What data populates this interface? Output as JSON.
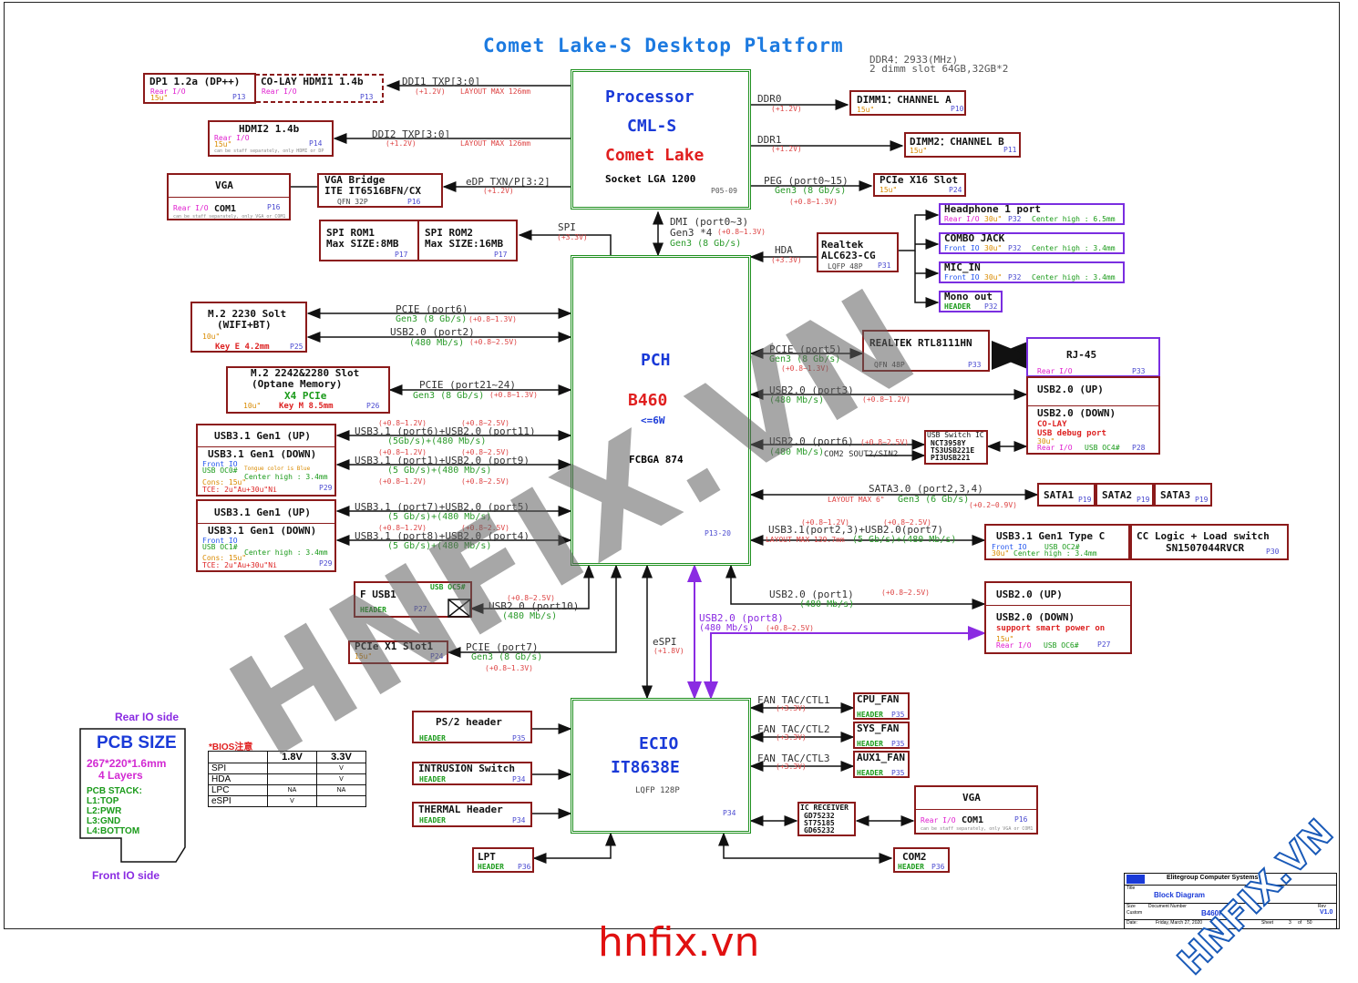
{
  "title": "Comet Lake-S Desktop Platform",
  "ddr_note": {
    "line1": "DDR4：2933(MHz)",
    "line2": "2 dimm slot 64GB,32GB*2"
  },
  "processor": {
    "l1": "Processor",
    "l2": "CML-S",
    "l3": "Comet Lake",
    "l4": "Socket LGA 1200",
    "page": "P05-09"
  },
  "pch": {
    "l1": "PCH",
    "l2": "B460",
    "l3": "<=6W",
    "l4": "FCBGA 874",
    "page": "P13-20"
  },
  "ecio": {
    "l1": "ECIO",
    "l2": "IT8638E",
    "l3": "LQFP 128P",
    "page": "P34"
  },
  "boxes": {
    "dp": {
      "title": "DP1 1.2a (DP++)",
      "sub1": "Rear I/O",
      "sub2": "15u\"",
      "page": "P13"
    },
    "hdmi1": {
      "title": "CO-LAY HDMI1 1.4b",
      "sub1": "Rear I/O",
      "page": "P13"
    },
    "hdmi2": {
      "title": "HDMI2 1.4b",
      "sub1": "Rear I/O",
      "sub2": "15u\"",
      "note": "can be staff separately, only HDMI or DP",
      "page": "P14"
    },
    "vga1": {
      "title": "VGA",
      "sub1": "Rear I/O",
      "com": "COM1",
      "note": "can be staff separately, only VGA or COM1",
      "page": "P16"
    },
    "vgabridge": {
      "l1": "VGA Bridge",
      "l2": "ITE IT6516BFN/CX",
      "sub": "QFN 32P",
      "page": "P16"
    },
    "spirom1": {
      "l1": "SPI ROM1",
      "l2": "Max SIZE:8MB",
      "page": "P17"
    },
    "spirom2": {
      "l1": "SPI ROM2",
      "l2": "Max SIZE:16MB",
      "page": "P17"
    },
    "dimm1": {
      "title": "DIMM1：CHANNEL A",
      "sub": "15u\"",
      "page": "P10"
    },
    "dimm2": {
      "title": "DIMM2：CHANNEL B",
      "sub": "15u\"",
      "page": "P11"
    },
    "pcie16": {
      "title": "PCIe X16 Slot",
      "sub": "15u\"",
      "page": "P24"
    },
    "realtek": {
      "l1": "Realtek",
      "l2": "ALC623-CG",
      "sub": "LQFP 48P",
      "page": "P31"
    },
    "headphone": {
      "title": "Headphone 1 port",
      "sub1": "Rear I/O",
      "sub2": "30u\"",
      "page": "P32",
      "note": "Center high : 6.5mm"
    },
    "combo": {
      "title": "COMBO JACK",
      "sub1": "Front IO",
      "sub2": "30u\"",
      "page": "P32",
      "note": "Center high : 3.4mm"
    },
    "micin": {
      "title": "MIC_IN",
      "sub1": "Front IO",
      "sub2": "30u\"",
      "page": "P32",
      "note": "Center high : 3.4mm"
    },
    "mono": {
      "title": "Mono out",
      "sub1": "HEADER",
      "page": "P32"
    },
    "m2wifi": {
      "l1": "M.2 2230 Solt",
      "l2": "(WIFI+BT)",
      "sub1": "10u\"",
      "sub2": "Key E 4.2mm",
      "page": "P25"
    },
    "m2ssd": {
      "l1": "M.2 2242&2280 Slot",
      "l2": "(Optane Memory)",
      "l3": "X4 PCIe",
      "sub1": "10u\"",
      "sub2": "Key M 8.5mm",
      "page": "P26"
    },
    "usb31a_up": {
      "title": "USB3.1 Gen1 (UP)"
    },
    "usb31a_down": {
      "title": "USB3.1 Gen1 (DOWN)",
      "sub1": "Front IO",
      "sub2": "USB OC0#",
      "sub3": "Tongue color is Blue",
      "sub4": "Center high : 3.4mm",
      "sub5": "Cons: 15u\"",
      "sub6": "TCE: 2u\"Au+30u\"Ni",
      "page": "P29"
    },
    "usb31b_up": {
      "title": "USB3.1 Gen1 (UP)"
    },
    "usb31b_down": {
      "title": "USB3.1 Gen1 (DOWN)",
      "sub1": "Front IO",
      "sub2": "USB OC1#",
      "sub4": "Center high : 3.4mm",
      "sub5": "Cons: 15u\"",
      "sub6": "TCE: 2u\"Au+30u\"Ni",
      "page": "P29"
    },
    "fusb": {
      "title": "F USB1",
      "sub1": "HEADER",
      "sub2": "USB OC5#",
      "page": "P27"
    },
    "pcie1": {
      "title": "PCIe X1 Slot1",
      "sub": "15u\"",
      "page": "P24"
    },
    "rtl": {
      "title": "REALTEK RTL8111HN",
      "sub": "QFN 48P",
      "page": "P33"
    },
    "rj45": {
      "title": "RJ-45",
      "sub": "Rear I/O",
      "page": "P33"
    },
    "usb20up1": {
      "title": "USB2.0 (UP)"
    },
    "usb20down1": {
      "title": "USB2.0 (DOWN)",
      "sub1": "CO-LAY",
      "sub2": "USB debug port",
      "sub3": "30u\"",
      "sub4": "Rear I/O",
      "sub5": "USB OC4#",
      "page": "P28"
    },
    "usbswitch": {
      "l1": "USB Switch IC",
      "l2": "NCT3958Y",
      "l3": "TS3USB221E",
      "l4": "PI3USB221"
    },
    "sata1": {
      "title": "SATA1",
      "page": "P19"
    },
    "sata2": {
      "title": "SATA2",
      "page": "P19"
    },
    "sata3": {
      "title": "SATA3",
      "page": "P19"
    },
    "typec": {
      "title": "USB3.1 Gen1 Type C",
      "sub1": "Front IO",
      "sub2": "USB OC2#",
      "sub3": "30u\"",
      "sub4": "Center high : 3.4mm",
      "page": "P30"
    },
    "cclogic": {
      "l1": "CC Logic + Load switch",
      "l2": "SN1507044RVCR",
      "page": "P30"
    },
    "usb20up2": {
      "title": "USB2.0 (UP)"
    },
    "usb20down2": {
      "title": "USB2.0  (DOWN)",
      "sub1": "support smart power on",
      "sub2": "15u\"",
      "sub3": "Rear I/O",
      "sub4": "USB OC6#",
      "page": "P27"
    },
    "ps2": {
      "title": "PS/2 header",
      "sub": "HEADER",
      "page": "P35"
    },
    "intrusion": {
      "title": "INTRUSION Switch",
      "sub": "HEADER",
      "page": "P34"
    },
    "thermal": {
      "title": "THERMAL Header",
      "sub": "HEADER",
      "page": "P34"
    },
    "lpt": {
      "title": "LPT",
      "sub": "HEADER",
      "page": "P36"
    },
    "cpufan": {
      "title": "CPU_FAN",
      "sub": "HEADER",
      "page": "P35"
    },
    "sysfan": {
      "title": "SYS_FAN",
      "sub": "HEADER",
      "page": "P35"
    },
    "aux1fan": {
      "title": "AUX1_FAN",
      "sub": "HEADER",
      "page": "P35"
    },
    "irrx": {
      "l1": "IC RECEIVER",
      "l2": "GD75232",
      "l3": "ST75185",
      "l4": "GD65232"
    },
    "vga2": {
      "title": "VGA",
      "sub1": "Rear I/O",
      "com": "COM1",
      "note": "can be staff separately, only VGA or COM1",
      "page": "P16"
    },
    "com2": {
      "title": "COM2",
      "sub": "HEADER",
      "page": "P36"
    }
  },
  "links": {
    "ddi1": "DDI1 TXP[3:0]",
    "ddi1_v": "(+1.2V)",
    "ddi1_l": "LAYOUT MAX 126mm",
    "ddi2": "DDI2 TXP[3:0]",
    "ddi2_v": "(+1.2V)",
    "ddi2_l": "LAYOUT MAX 126mm",
    "edp": "eDP TXN/P[3:2]",
    "edp_v": "(+1.2V)",
    "spi": "SPI",
    "spi_v": "(+3.3V)",
    "ddr0": "DDR0",
    "ddr0_v": "(+1.2V)",
    "ddr1": "DDR1",
    "ddr1_v": "(+1.2V)",
    "peg": "PEG (port0~15)",
    "peg_g": "Gen3 (8 Gb/s)",
    "peg_v": "(+0.8~1.3V)",
    "dmi": "DMI (port0~3)",
    "dmi2": "Gen3 *4",
    "dmi_v": "(+0.8~1.3V)",
    "dmi_g": "Gen3 (8 Gb/s)",
    "hda": "HDA",
    "hda_v": "(+3.3V)",
    "pcie6": "PCIE (port6)",
    "pcie6_g": "Gen3 (8 Gb/s)",
    "pcie6_v": "(+0.8~1.3V)",
    "usb2p2": "USB2.0 (port2)",
    "usb2p2_g": "(480 Mb/s)",
    "usb2p2_v": "(+0.8~2.5V)",
    "pcie21": "PCIE (port21~24)",
    "pcie21_g": "Gen3 (8 Gb/s)",
    "pcie21_v": "(+0.8~1.3V)",
    "pcie5": "PCIE (port5)",
    "pcie5_g": "Gen3 (8 Gb/s)",
    "pcie5_v": "(+0.8~1.3V)",
    "usb2p3": "USB2.0 (port3)",
    "usb2p3_g": "(480 Mb/s)",
    "usb2p3_v": "(+0.8~1.2V)",
    "usb2p6": "USB2.0 (port6)",
    "usb2p6_g": "(480 Mb/s)",
    "usb2p6_v": "(+0.8~2.5V)",
    "com2sout": "COM2 SOUT2/SIN2",
    "sata30": "SATA3.0 (port2,3,4)",
    "sata30_l": "LAYOUT MAX 6\"",
    "sata30_g": "Gen3 (6 Gb/s)",
    "sata30_v": "(+0.2~0.9V)",
    "usb31p23": "USB3.1(port2,3)+USB2.0(port7)",
    "usb31p23_l": "LAYOUT MAX 139.7mm",
    "usb31p23_g": "(5 Gb/s)+(480 Mb/s)",
    "usb31p6": "USB3.1 (port6)+USB2.0 (port11)",
    "usb31p6_g": "(5Gb/s)+(480 Mb/s)",
    "v12": "(+0.8~1.2V)",
    "v25": "(+0.8~2.5V)",
    "usb31p1": "USB3.1 (port1)+USB2.0 (port9)",
    "usb31p1_g": "(5 Gb/s)+(480 Mb/s)",
    "usb31p7": "USB3.1 (port7)+USB2.0 (port5)",
    "usb31p7_g": "(5 Gb/s)+(480 Mb/s)",
    "usb31p8": "USB3.1 (port8)+USB2.0 (port4)",
    "usb31p8_g": "(5 Gb/s)+(480 Mb/s)",
    "usb2p10": "USB2.0 (port10)",
    "usb2p10_g": "(480 Mb/s)",
    "usb2p10_v": "(+0.8~2.5V)",
    "pcie7": "PCIE (port7)",
    "pcie7_g": "Gen3 (8 Gb/s)",
    "pcie7_v": "(+0.8~1.3V)",
    "espi": "eSPI",
    "espi_v": "(+1.8V)",
    "usb2p8": "USB2.0 (port8)",
    "usb2p8_g": "(480 Mb/s)",
    "usb2p8_v": "(+0.8~2.5V)",
    "usb2p1": "USB2.0 (port1)",
    "usb2p1_g": "(480 Mb/s)",
    "usb2p1_v": "(+0.8~2.5V)",
    "fan1": "FAN TAC/CTL1",
    "fan2": "FAN TAC/CTL2",
    "fan3": "FAN TAC/CTL3",
    "fan_v": "(+3.3V)"
  },
  "pcb": {
    "rear": "Rear IO side",
    "front": "Front IO side",
    "size": "PCB SIZE",
    "dims": "267*220*1.6mm",
    "layers": "4 Layers",
    "stack": [
      "PCB STACK:",
      "L1:TOP",
      "L2:PWR",
      "L3:GND",
      "L4:BOTTOM"
    ]
  },
  "bios": {
    "title": "*BIOS注意",
    "headers": [
      "",
      "1.8V",
      "3.3V"
    ],
    "rows": [
      [
        "SPI",
        "",
        "V"
      ],
      [
        "HDA",
        "",
        "V"
      ],
      [
        "LPC",
        "NA",
        "NA"
      ],
      [
        "eSPI",
        "V",
        ""
      ]
    ]
  },
  "titleblock": {
    "company": "Elitegroup Computer Systems",
    "title_lbl": "Title",
    "title": "Block Diagram",
    "size_lbl": "Size",
    "size": "Custom",
    "docnum_lbl": "Document Number",
    "docnum": "B460H6",
    "rev_lbl": "Rev",
    "rev": "V1.0",
    "date_lbl": "Date:",
    "date": "Friday, March 27, 2020",
    "sheet_lbl": "Sheet",
    "sheet": "3",
    "of": "of",
    "total": "50"
  },
  "watermark": {
    "center": "HNFIX.VN",
    "corner": "HNFIX.VN",
    "bottom": "hnfix.vn"
  }
}
